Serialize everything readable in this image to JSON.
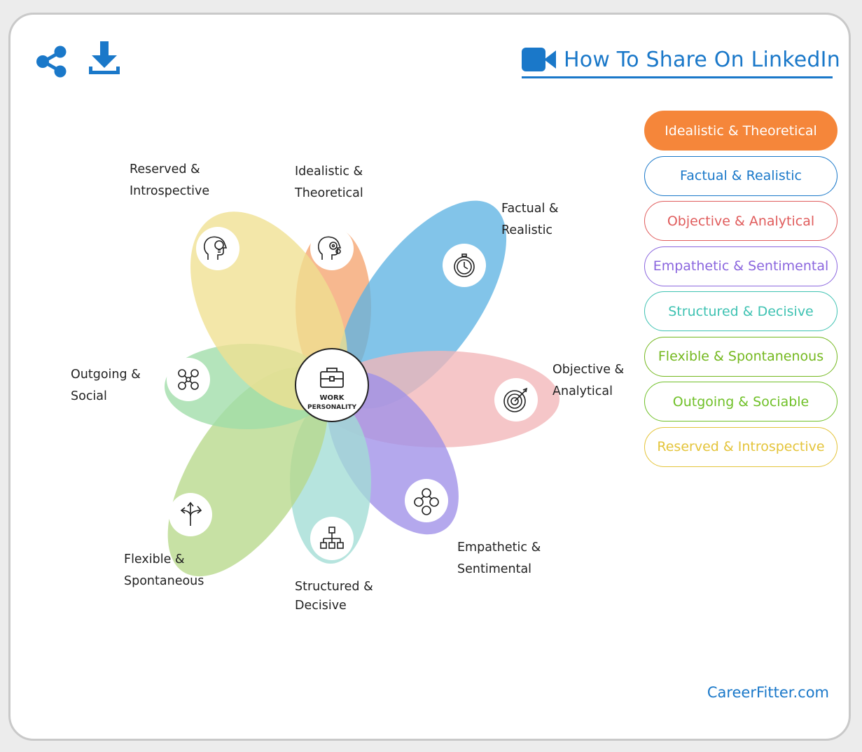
{
  "header": {
    "link_text": "How To Share On LinkedIn",
    "share_icon": "share-icon",
    "download_icon": "download-icon",
    "video_icon": "video-camera-icon",
    "link_color": "#1a78c9"
  },
  "center": {
    "line1": "WORK",
    "line2": "PERSONALITY",
    "icon": "briefcase-icon"
  },
  "petals": [
    {
      "label": "Idealistic &\nTheoretical",
      "color": "#f5a46f",
      "icon": "head-gears-icon"
    },
    {
      "label": "Factual &\nRealistic",
      "color": "#5fb3e3",
      "icon": "stopwatch-icon"
    },
    {
      "label": "Objective &\nAnalytical",
      "color": "#f2b6b9",
      "icon": "target-icon"
    },
    {
      "label": "Empathetic &\nSentimental",
      "color": "#9f8fe8",
      "icon": "emotion-faces-icon"
    },
    {
      "label": "Structured &\nDecisive",
      "color": "#a2ddd5",
      "icon": "org-chart-icon"
    },
    {
      "label": "Flexible &\nSpontaneous",
      "color": "#b7d98a",
      "icon": "split-arrows-icon"
    },
    {
      "label": "Outgoing &\nSocial",
      "color": "#9fdca8",
      "icon": "network-people-icon"
    },
    {
      "label": "Reserved &\nIntrospective",
      "color": "#f0e091",
      "icon": "head-lightbulb-icon"
    }
  ],
  "legend": [
    {
      "label": "Idealistic & Theoretical",
      "color": "#f5863a",
      "selected": true
    },
    {
      "label": "Factual & Realistic",
      "color": "#1a78c9",
      "selected": false
    },
    {
      "label": "Objective & Analytical",
      "color": "#e05c5c",
      "selected": false
    },
    {
      "label": "Empathetic & Sentimental",
      "color": "#8a65de",
      "selected": false
    },
    {
      "label": "Structured & Decisive",
      "color": "#3ec2b2",
      "selected": false
    },
    {
      "label": "Flexible & Spontanenous",
      "color": "#74b81e",
      "selected": false
    },
    {
      "label": "Outgoing & Sociable",
      "color": "#6fc027",
      "selected": false
    },
    {
      "label": "Reserved & Introspective",
      "color": "#e4c43a",
      "selected": false
    }
  ],
  "footer": {
    "text": "CareerFitter.com"
  }
}
